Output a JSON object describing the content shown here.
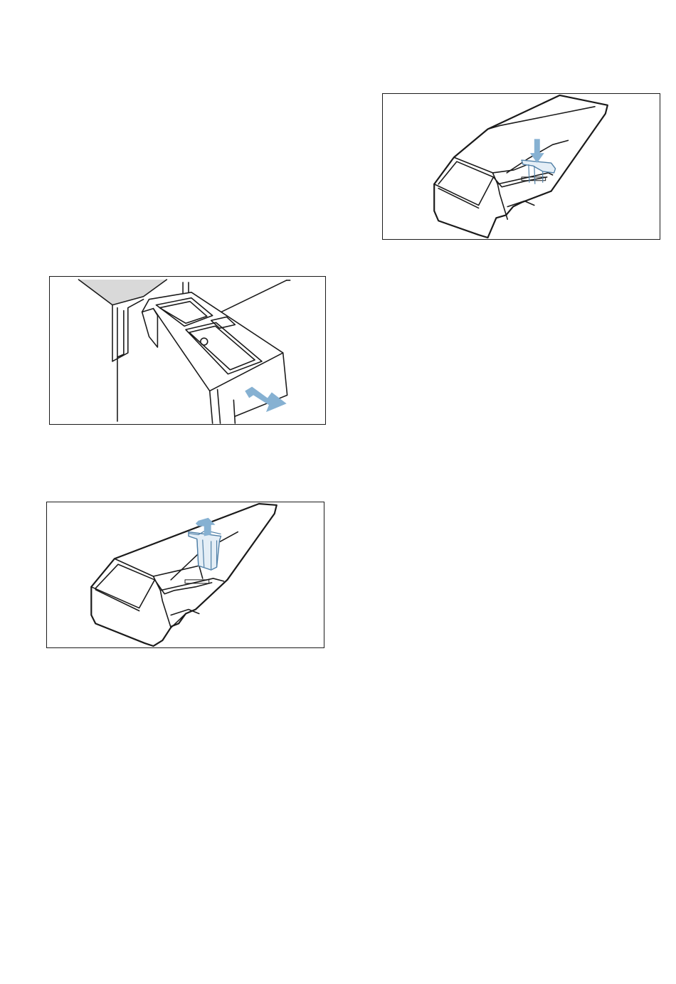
{
  "figures": [
    {
      "id": "drawer-pull-out",
      "arrow": "pull-out-arrow-icon",
      "accent": "#86b1d2"
    },
    {
      "id": "insert-remove",
      "arrow": "lift-up-arrow-icon",
      "accent": "#86b1d2"
    },
    {
      "id": "insert-replace",
      "arrow": "push-down-arrow-icon",
      "accent": "#86b1d2"
    }
  ]
}
